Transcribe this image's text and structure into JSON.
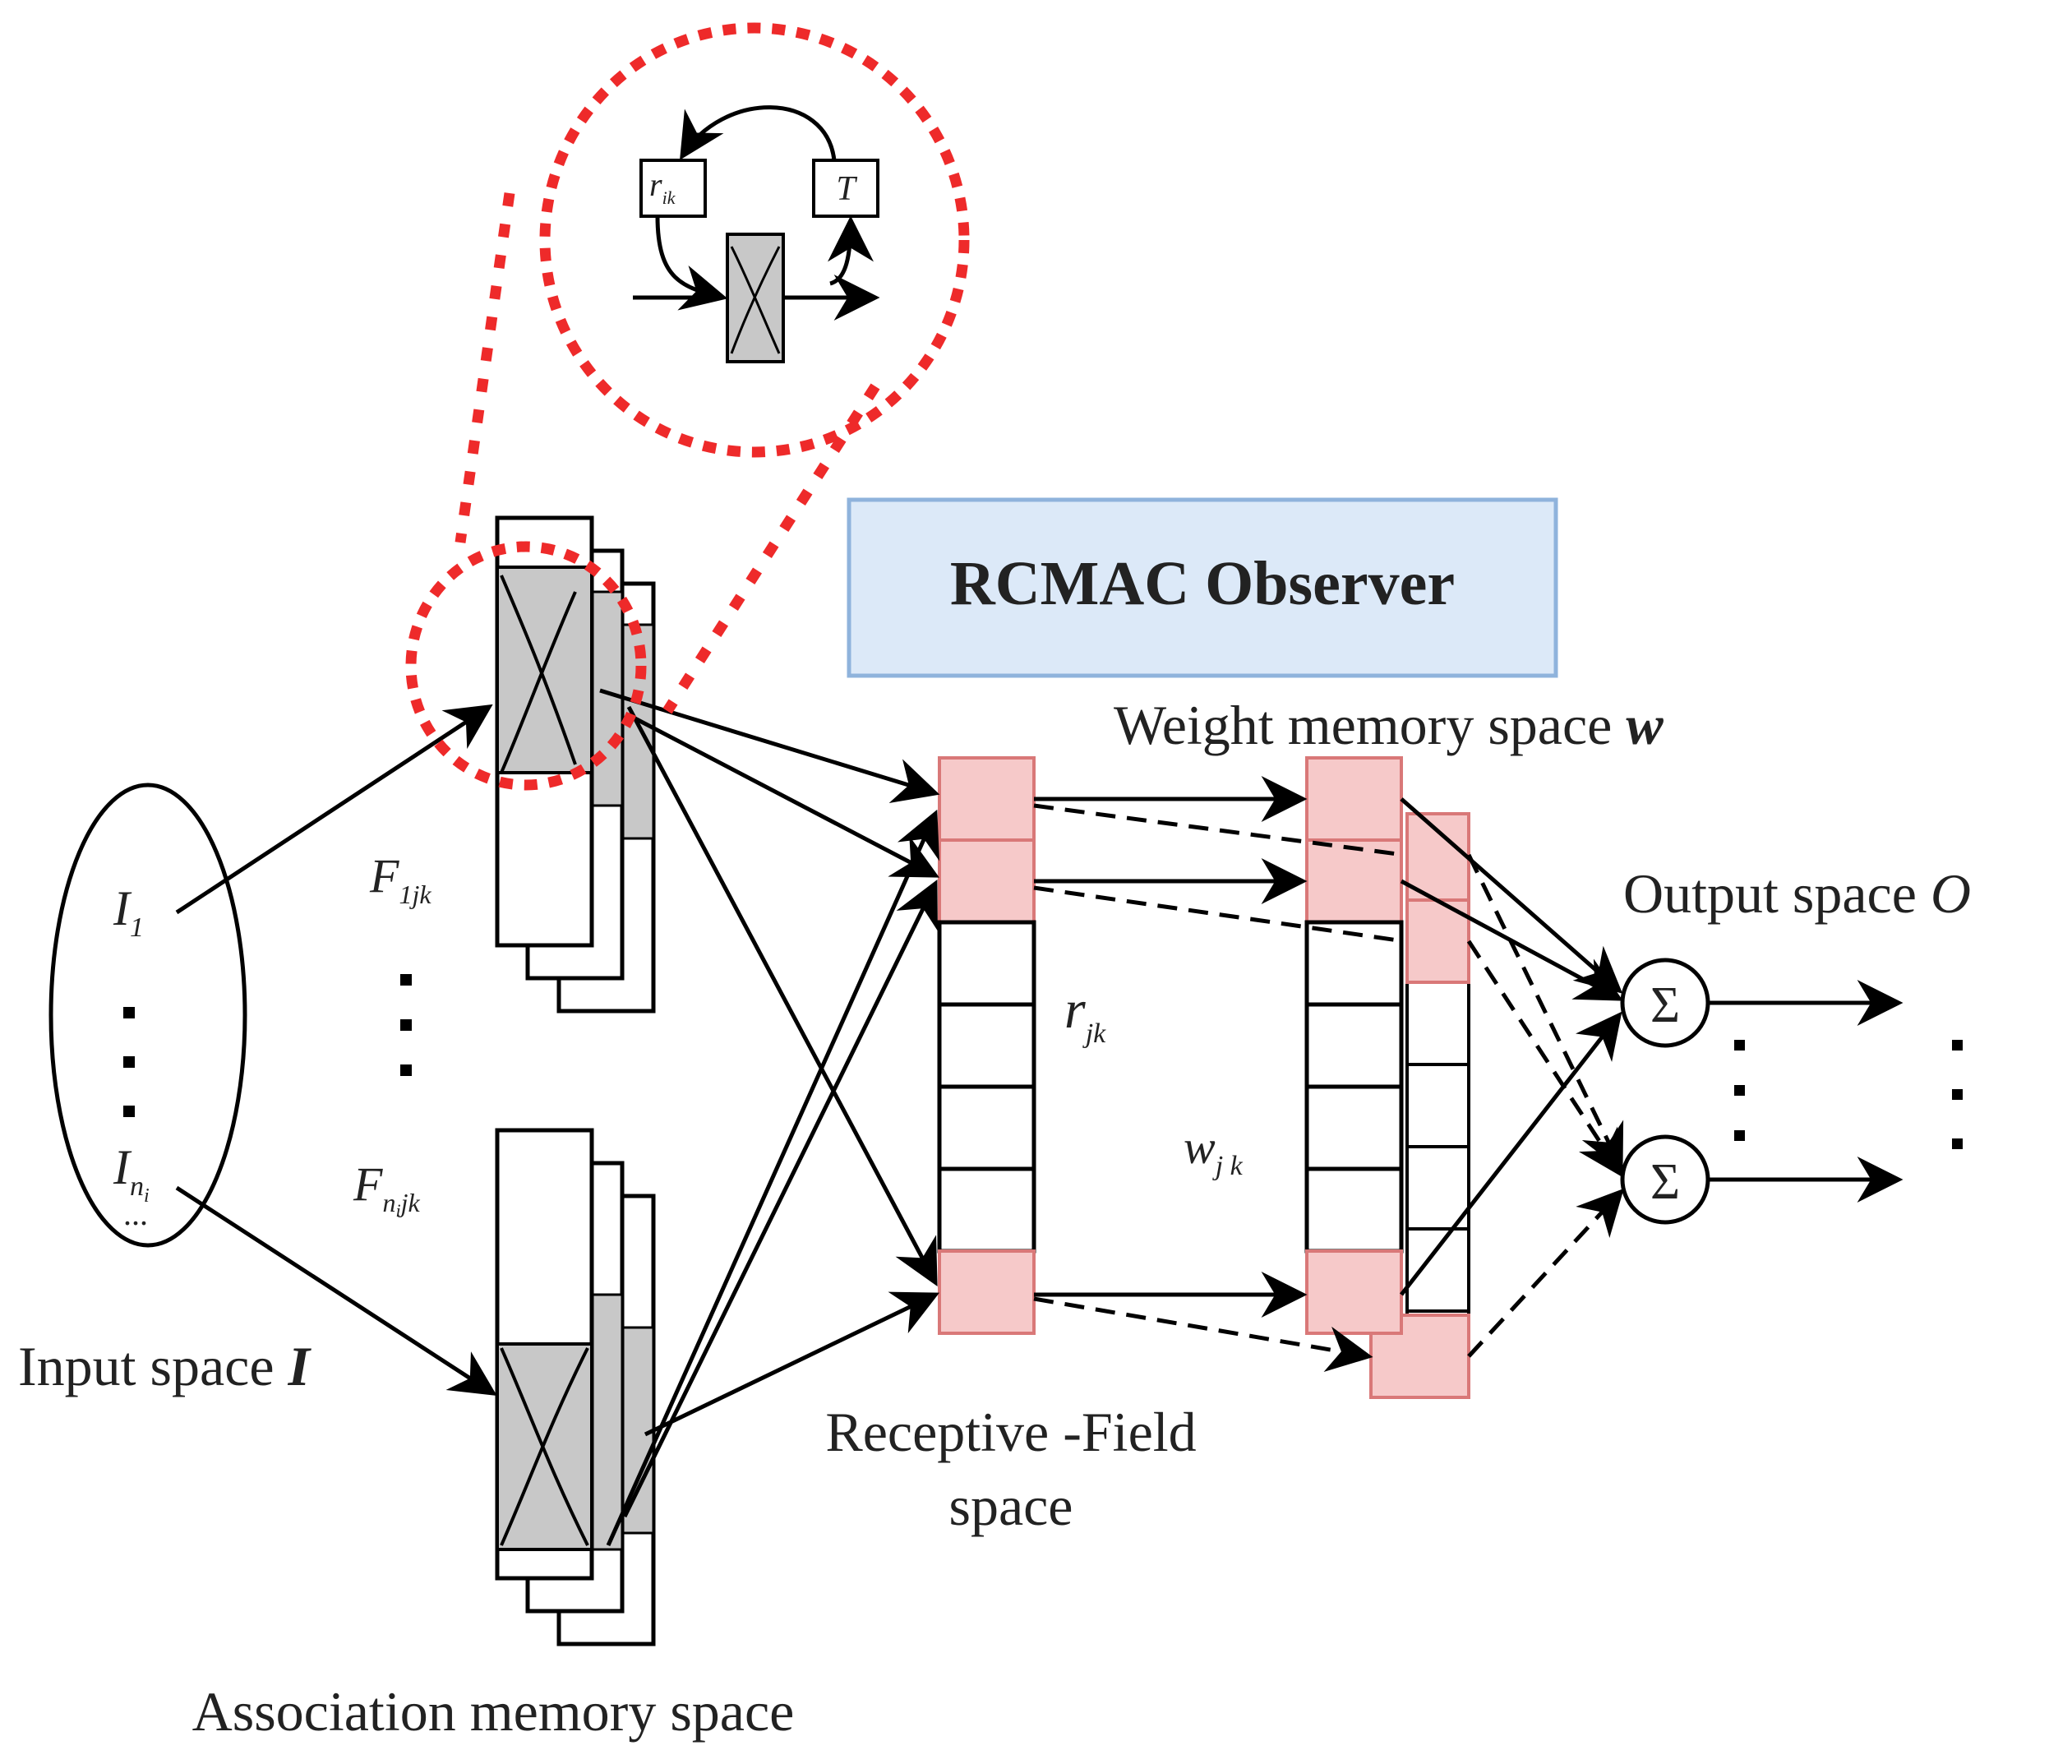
{
  "title": "RCMAC Observer",
  "labels": {
    "input_space": "Input space ",
    "input_space_symbol": "I",
    "association_memory_space": "Association memory space",
    "receptive_field_line1": "Receptive -Field",
    "receptive_field_line2": "space",
    "weight_memory_space": "Weight memory space ",
    "weight_memory_space_symbol": "w",
    "output_space": "Output space ",
    "output_space_symbol": "O"
  },
  "symbols": {
    "input_first": "I",
    "input_first_sub": "1",
    "input_last": "I",
    "input_last_sub": "n",
    "input_last_subsub": "i",
    "assoc_top": "F",
    "assoc_top_sub": "1jk",
    "assoc_bottom": "F",
    "assoc_bottom_sub": "n",
    "assoc_bottom_subsub": "i",
    "assoc_bottom_sub2": "jk",
    "receptive": "r",
    "receptive_sub": "jk",
    "weight": "w",
    "weight_sub": "j k",
    "sum": "Σ",
    "inset_r": "r",
    "inset_r_sub": "ik",
    "inset_t": "T"
  },
  "colors": {
    "observer_box_fill": "#dce9f8",
    "observer_box_stroke": "#8fb3dc",
    "highlight_dotted": "#ee2a2a",
    "active_cell_fill": "#f6c9c9",
    "active_cell_stroke": "#d97878",
    "gaussian_fill": "#c8c8c8"
  }
}
